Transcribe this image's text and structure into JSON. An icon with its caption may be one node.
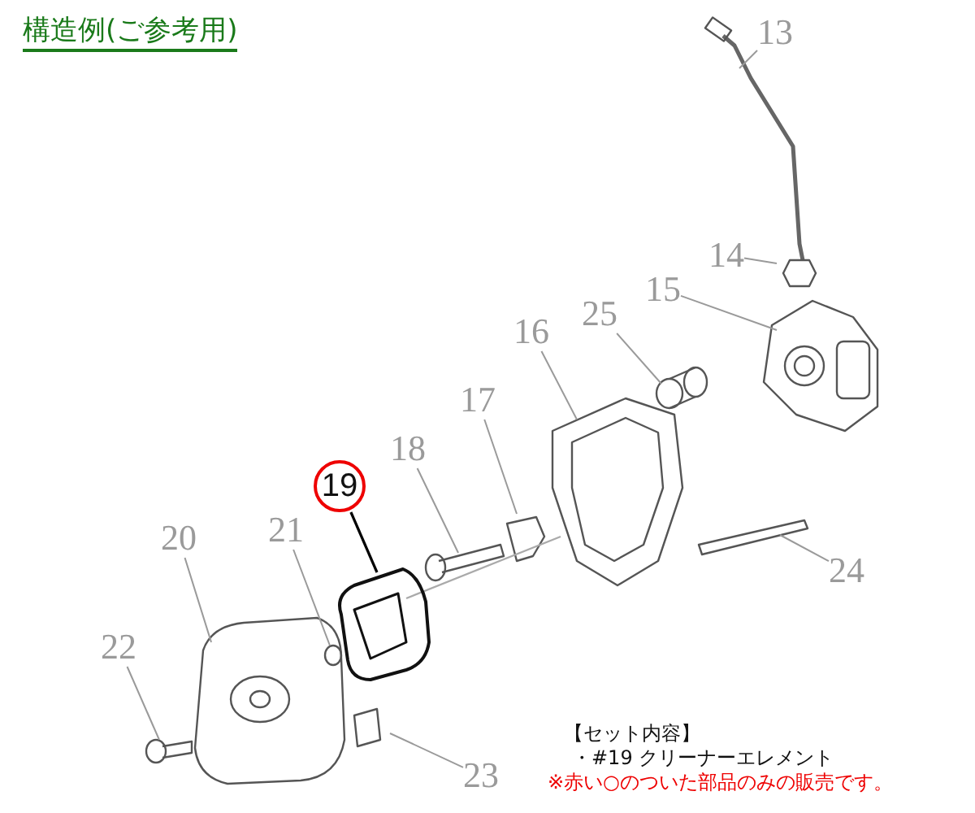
{
  "diagram": {
    "title": "構造例(ご参考用)",
    "nodes": [
      {
        "text": [
          "13"
        ]
      },
      {
        "text": [
          "14"
        ]
      },
      {
        "text": [
          "15"
        ]
      },
      {
        "text": [
          "16"
        ]
      },
      {
        "text": [
          "25"
        ]
      },
      {
        "text": [
          "17"
        ]
      },
      {
        "text": [
          "18"
        ]
      },
      {
        "text": [
          "19"
        ]
      },
      {
        "text": [
          "20"
        ]
      },
      {
        "text": [
          "21"
        ]
      },
      {
        "text": [
          "22"
        ]
      },
      {
        "text": [
          "23"
        ]
      },
      {
        "text": [
          "24"
        ]
      }
    ],
    "edges": [
      {
        "from": 0,
        "to": null,
        "arrow": "none"
      },
      {
        "from": 1,
        "to": null,
        "arrow": "none"
      },
      {
        "from": 2,
        "to": null,
        "arrow": "none"
      },
      {
        "from": 3,
        "to": null,
        "arrow": "none"
      },
      {
        "from": 4,
        "to": null,
        "arrow": "none"
      },
      {
        "from": 5,
        "to": null,
        "arrow": "none"
      },
      {
        "from": 6,
        "to": null,
        "arrow": "none"
      },
      {
        "from": 7,
        "to": null,
        "arrow": "none",
        "color": "#000000"
      },
      {
        "from": 8,
        "to": null,
        "arrow": "none"
      },
      {
        "from": 9,
        "to": null,
        "arrow": "none"
      },
      {
        "from": 10,
        "to": null,
        "arrow": "none"
      },
      {
        "from": 11,
        "to": null,
        "arrow": "none"
      },
      {
        "from": 12,
        "to": null,
        "arrow": "none"
      }
    ],
    "labels": [
      "【セット内容】",
      "・#19 クリーナーエレメント",
      "※赤い○のついた部品のみの販売です。"
    ]
  }
}
